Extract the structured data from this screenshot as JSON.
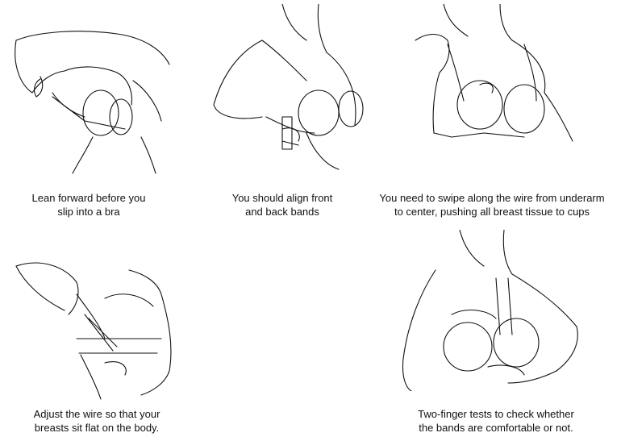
{
  "steps": [
    {
      "id": "lean-forward",
      "line1": "Lean forward before you",
      "line2": "slip into a bra"
    },
    {
      "id": "align-bands",
      "line1": "You should align front",
      "line2": "and back bands"
    },
    {
      "id": "swipe-wire",
      "line1": "You need to swipe along the wire from underarm",
      "line2": "to center, pushing all breast tissue to cups"
    },
    {
      "id": "adjust-wire",
      "line1": "Adjust the wire so that your",
      "line2": "breasts sit flat on the body."
    },
    {
      "id": "two-finger-test",
      "line1": "Two-finger tests to check whether",
      "line2": "the bands are comfortable or not."
    }
  ]
}
